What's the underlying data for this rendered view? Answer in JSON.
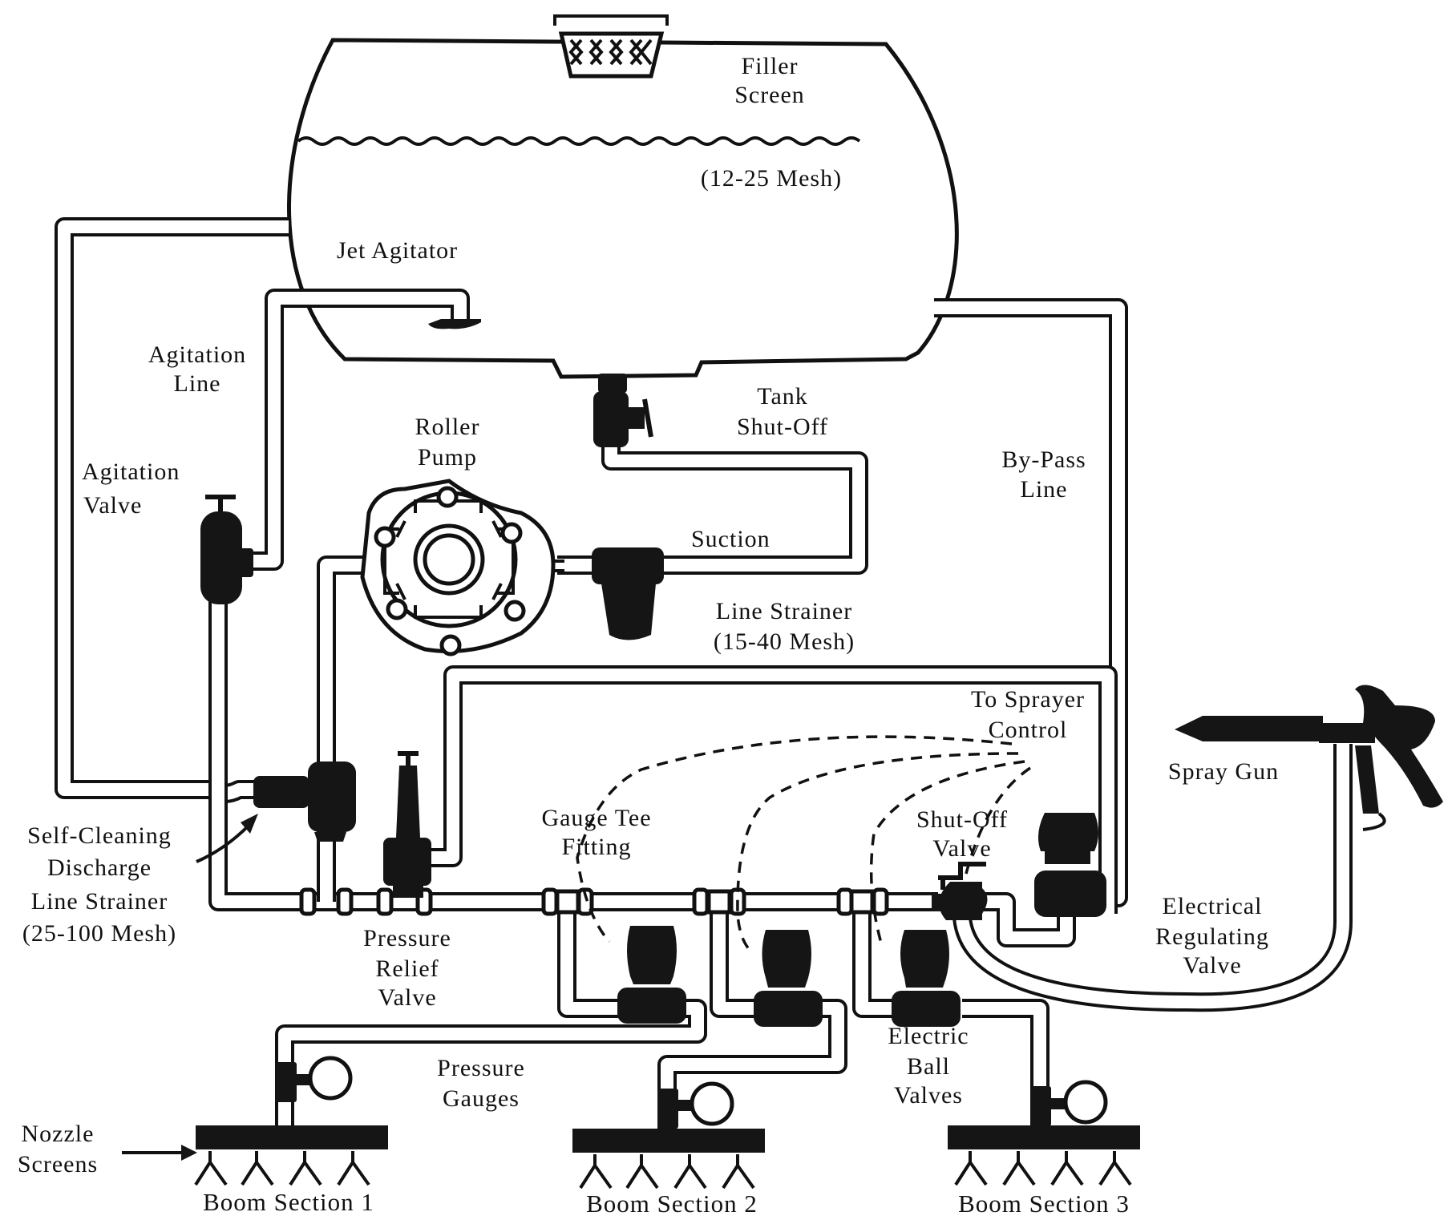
{
  "labels": {
    "filler_screen_1": "Filler",
    "filler_screen_2": "Screen",
    "mesh_tank": "(12-25 Mesh)",
    "jet_agitator": "Jet Agitator",
    "agitation_line_1": "Agitation",
    "agitation_line_2": "Line",
    "agitation_valve_1": "Agitation",
    "agitation_valve_2": "Valve",
    "roller_pump_1": "Roller",
    "roller_pump_2": "Pump",
    "tank_shutoff_1": "Tank",
    "tank_shutoff_2": "Shut-Off",
    "bypass_1": "By-Pass",
    "bypass_2": "Line",
    "suction": "Suction",
    "line_strainer_1": "Line Strainer",
    "line_strainer_2": "(15-40 Mesh)",
    "to_sprayer_1": "To Sprayer",
    "to_sprayer_2": "Control",
    "spray_gun": "Spray Gun",
    "gauge_tee_1": "Gauge Tee",
    "gauge_tee_2": "Fitting",
    "shutoff_valve_1": "Shut-Off",
    "shutoff_valve_2": "Valve",
    "self_cleaning_1": "Self-Cleaning",
    "self_cleaning_2": "Discharge",
    "self_cleaning_3": "Line Strainer",
    "self_cleaning_4": "(25-100 Mesh)",
    "pressure_relief_1": "Pressure",
    "pressure_relief_2": "Relief",
    "pressure_relief_3": "Valve",
    "electrical_reg_1": "Electrical",
    "electrical_reg_2": "Regulating",
    "electrical_reg_3": "Valve",
    "pressure_gauges_1": "Pressure",
    "pressure_gauges_2": "Gauges",
    "electric_ball_1": "Electric",
    "electric_ball_2": "Ball",
    "electric_ball_3": "Valves",
    "nozzle_screens_1": "Nozzle",
    "nozzle_screens_2": "Screens",
    "boom_1": "Boom Section 1",
    "boom_2": "Boom Section 2",
    "boom_3": "Boom Section 3"
  }
}
